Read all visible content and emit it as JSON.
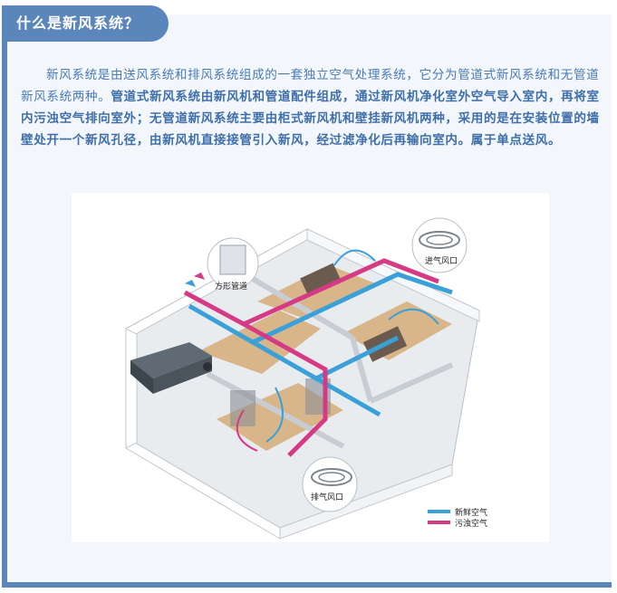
{
  "header": {
    "title": "什么是新风系统？"
  },
  "intro": {
    "normal": "新风系统是由送风系统和排风系统组成的一套独立空气处理系统，它分为管道式新风系统和无管道新风系统两种。",
    "bold": "管道式新风系统由新风机和管道配件组成，通过新风机净化室外空气导入室内，再将室内污浊空气排向室外；无管道新风系统主要由柜式新风机和壁挂新风机两种，采用的是在安装位置的墙壁处开一个新风孔径，由新风机直接接管引入新风，经过滤净化后再输向室内。属于单点送风。"
  },
  "figure": {
    "labels": {
      "square_duct": "方形管道",
      "inlet": "进气风口",
      "outlet": "排气风口"
    },
    "legend": [
      {
        "label": "新鲜空气",
        "color": "#3aa0d8"
      },
      {
        "label": "污浊空气",
        "color": "#d63a84"
      }
    ]
  }
}
